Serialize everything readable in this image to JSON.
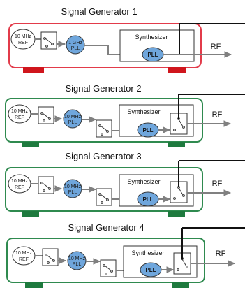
{
  "colors": {
    "gen1_border": "#e23b4a",
    "gen1_feet": "#d0161d",
    "gen_border": "#2f8a4f",
    "gen_feet": "#1e7a3e",
    "pll_fill": "#6fa6dc",
    "ref_fill": "#ffffff",
    "line": "#808080"
  },
  "generators": [
    {
      "title": "Signal Generator 1",
      "ref_label_1": "10 MHz",
      "ref_label_2": "REF",
      "pll1_label_1": "1 GHz",
      "pll1_label_2": "PLL",
      "synth_label": "Synthesizer",
      "synth_pll_label": "PLL",
      "rf_label": "RF"
    },
    {
      "title": "Signal Generator 2",
      "ref_label_1": "10 MHz",
      "ref_label_2": "REF",
      "pll1_label_1": "10 MHz",
      "pll1_label_2": "PLL",
      "synth_label": "Synthesizer",
      "synth_pll_label": "PLL",
      "rf_label": "RF"
    },
    {
      "title": "Signal Generator 3",
      "ref_label_1": "10 MHz",
      "ref_label_2": "REF",
      "pll1_label_1": "10 MHz",
      "pll1_label_2": "PLL",
      "synth_label": "Synthesizer",
      "synth_pll_label": "PLL",
      "rf_label": "RF"
    },
    {
      "title": "Signal Generator 4",
      "ref_label_1": "10 MHz",
      "ref_label_2": "REF",
      "pll1_label_1": "10 MHz",
      "pll1_label_2": "PLL",
      "synth_label": "Synthesizer",
      "synth_pll_label": "PLL",
      "rf_label": "RF"
    }
  ]
}
